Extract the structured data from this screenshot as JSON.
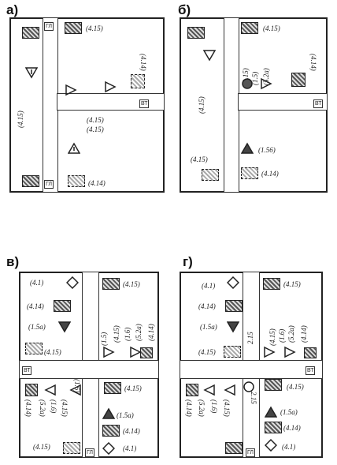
{
  "panels": {
    "a": {
      "label": "а)"
    },
    "b": {
      "label": "б)"
    },
    "v": {
      "label": "в)"
    },
    "g": {
      "label": "г)"
    }
  },
  "labels": {
    "s415": "(4.15)",
    "s414": "(4.14)",
    "s41": "(4.1)",
    "s15": "(1.5)",
    "s15a": "(1.5а)",
    "s156": "(1.56)",
    "s16": "(1.6)",
    "s52a": "(5.2а)",
    "s215": "(2.15)",
    "dist215": "2.15"
  },
  "tags": {
    "gl": "ГЛ",
    "vt": "ВТ"
  }
}
